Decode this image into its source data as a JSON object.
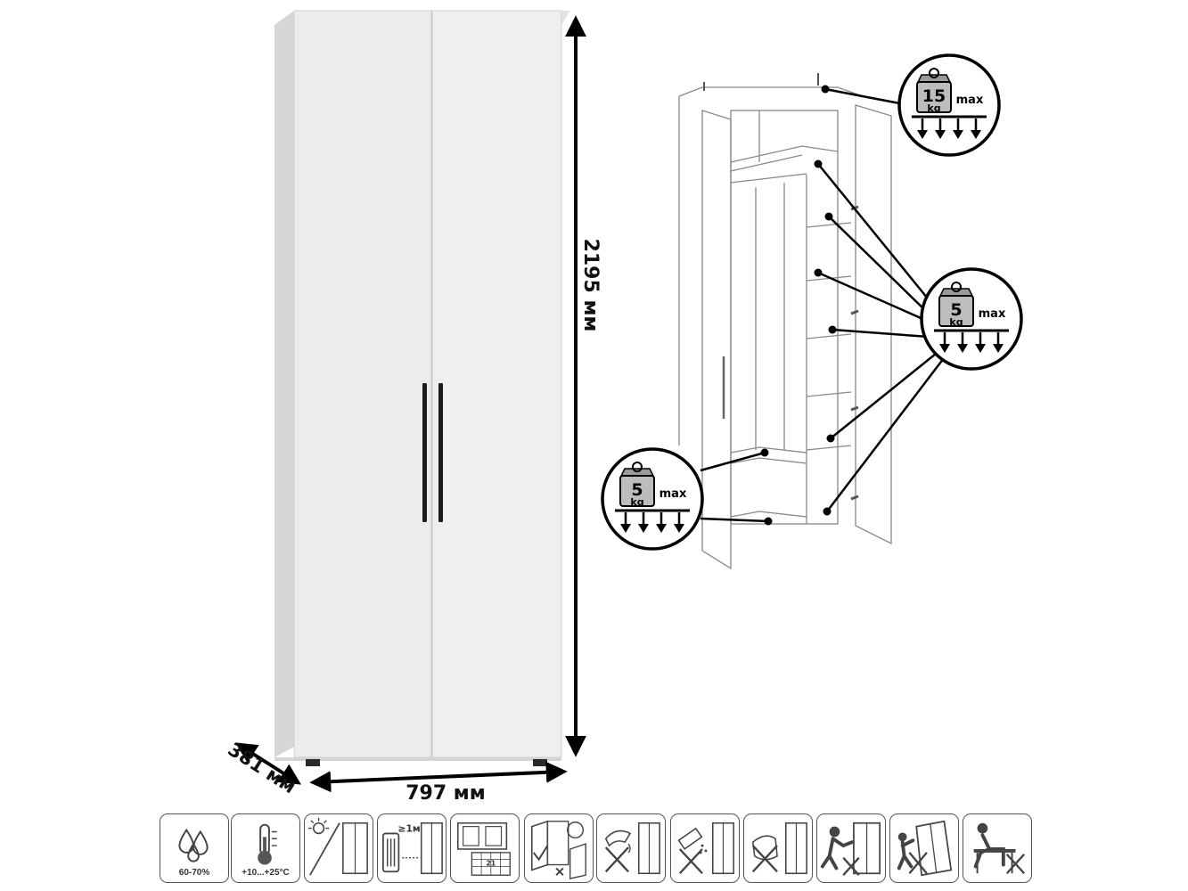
{
  "dimensions": {
    "height": "2195 мм",
    "width": "797 мм",
    "depth": "381 мм"
  },
  "load_badges": [
    {
      "number": "15",
      "unit": "kg",
      "limit": "max"
    },
    {
      "number": "5",
      "unit": "kg",
      "limit": "max"
    },
    {
      "number": "5",
      "unit": "kg",
      "limit": "max"
    }
  ],
  "care_icons": [
    {
      "icon": "humidity-drops-icon",
      "caption": "60-70%"
    },
    {
      "icon": "thermometer-icon",
      "caption": "+10...+25°C"
    },
    {
      "icon": "no-direct-sunlight-icon",
      "caption": ""
    },
    {
      "icon": "heater-distance-icon",
      "caption": "",
      "label": "≥1м"
    },
    {
      "icon": "assembly-days-icon",
      "caption": "",
      "label": "21"
    },
    {
      "icon": "door-adjustment-icon",
      "caption": ""
    },
    {
      "icon": "no-water-cleaning-icon",
      "caption": ""
    },
    {
      "icon": "no-abrasive-cleaning-icon",
      "caption": ""
    },
    {
      "icon": "no-solvent-cleaning-icon",
      "caption": ""
    },
    {
      "icon": "no-pushing-icon",
      "caption": ""
    },
    {
      "icon": "no-tipping-icon",
      "caption": ""
    },
    {
      "icon": "no-sitting-icon",
      "caption": ""
    }
  ],
  "colors": {
    "panel": "#ececea",
    "panel_shade": "#dcdcda",
    "handle": "#1c1c1c",
    "badge_fill": "#bdbdbd",
    "line": "#000000"
  }
}
